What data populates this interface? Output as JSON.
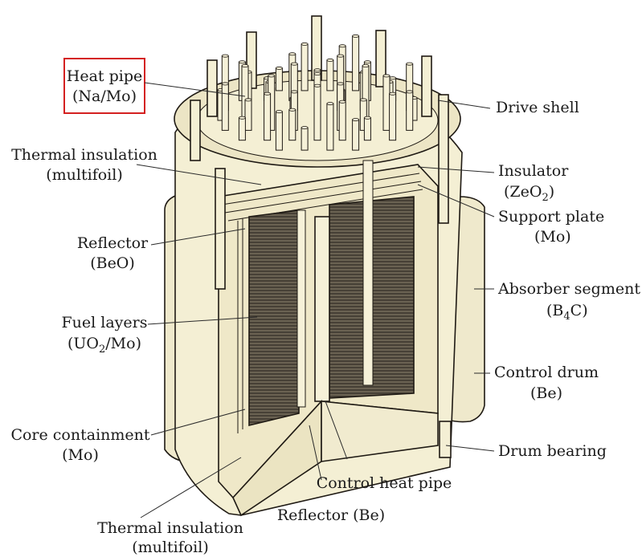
{
  "colors": {
    "body": "#f4efd4",
    "body_dark": "#e6dfbd",
    "fuel": "#5e5648",
    "fuel_line": "#2f2a22",
    "ink": "#1f1a14",
    "highlight_box": "#d42020"
  },
  "labels": {
    "heat_pipe": [
      "Heat pipe",
      "(Na/Mo)"
    ],
    "thermal_insulation_top": [
      "Thermal insulation",
      "(multifoil)"
    ],
    "reflector_beo": [
      "Reflector",
      "(BeO)"
    ],
    "fuel_layers": [
      "Fuel layers",
      "(UO",
      "2",
      "/Mo)"
    ],
    "core_containment": [
      "Core containment",
      "(Mo)"
    ],
    "thermal_insulation_bottom": [
      "Thermal insulation",
      "(multifoil)"
    ],
    "reflector_be": "Reflector (Be)",
    "control_heat_pipe": "Control heat pipe",
    "drive_shell": "Drive shell",
    "insulator": [
      "Insulator",
      "(ZeO",
      "2",
      ")"
    ],
    "support_plate": [
      "Support plate",
      "(Mo)"
    ],
    "absorber_segment": [
      "Absorber segment",
      "(B",
      "4",
      "C)"
    ],
    "control_drum": [
      "Control drum",
      "(Be)"
    ],
    "drum_bearing": "Drum bearing"
  }
}
